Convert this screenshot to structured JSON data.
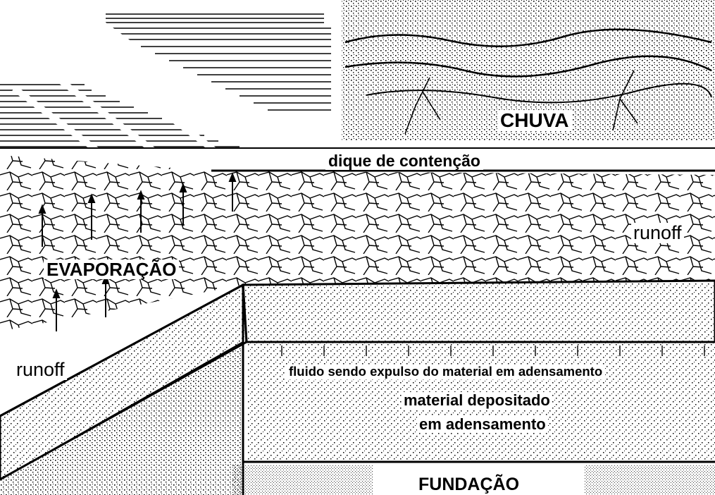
{
  "labels": {
    "rain": "CHUVA",
    "dike": "dique de contenção",
    "runoff_right": "runoff",
    "evaporation": "EVAPORAÇÃO",
    "runoff_left": "runoff",
    "fluid": "fluido sendo expulso do material em adensamento",
    "material_line1": "material depositado",
    "material_line2": "em adensamento",
    "foundation": "FUNDAÇÃO"
  },
  "colors": {
    "ink": "#000000",
    "paper": "#ffffff"
  }
}
